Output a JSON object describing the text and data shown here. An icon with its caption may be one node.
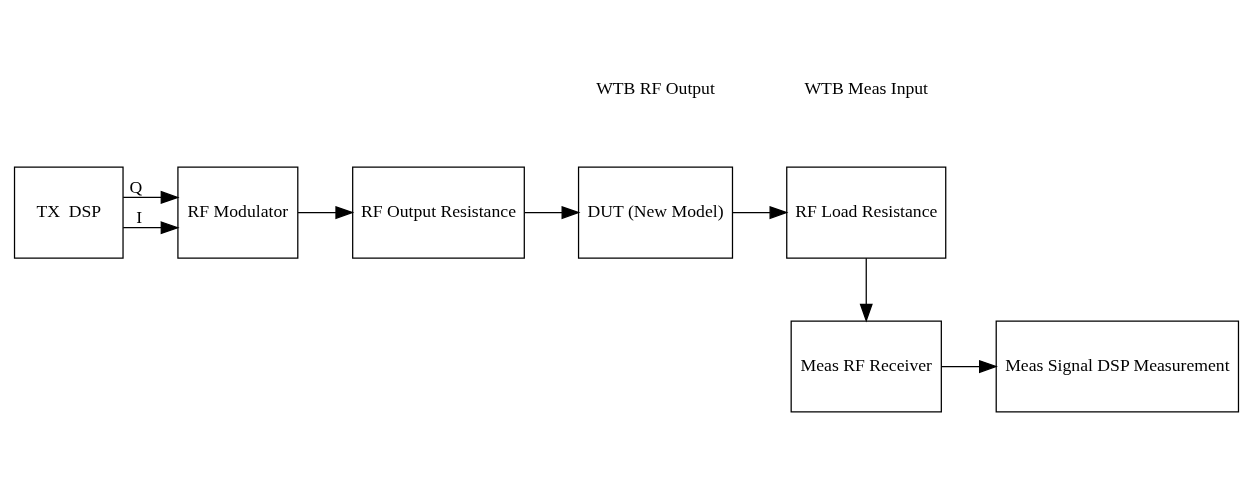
{
  "diagram": {
    "nodes": [
      {
        "text": [
          "TX  DSP"
        ]
      },
      {
        "text": [
          "RF Modulator"
        ]
      },
      {
        "text": [
          "RF Output Resistance"
        ]
      },
      {
        "text": [
          "DUT (New Model)"
        ]
      },
      {
        "text": [
          "RF Load Resistance"
        ]
      },
      {
        "text": [
          "Meas RF Receiver"
        ]
      },
      {
        "text": [
          "Meas Signal DSP Measurement"
        ]
      }
    ],
    "edges": [
      {
        "from": 0,
        "to": 1,
        "arrow": "to",
        "label": "Q"
      },
      {
        "from": 0,
        "to": 1,
        "arrow": "to",
        "label": "I"
      },
      {
        "from": 1,
        "to": 2,
        "arrow": "to"
      },
      {
        "from": 2,
        "to": 3,
        "arrow": "to"
      },
      {
        "from": 3,
        "to": 4,
        "arrow": "to"
      },
      {
        "from": 4,
        "to": 5,
        "arrow": "to"
      },
      {
        "from": 5,
        "to": 6,
        "arrow": "to"
      }
    ],
    "labels": [
      "WTB RF Output",
      "WTB Meas Input"
    ]
  }
}
